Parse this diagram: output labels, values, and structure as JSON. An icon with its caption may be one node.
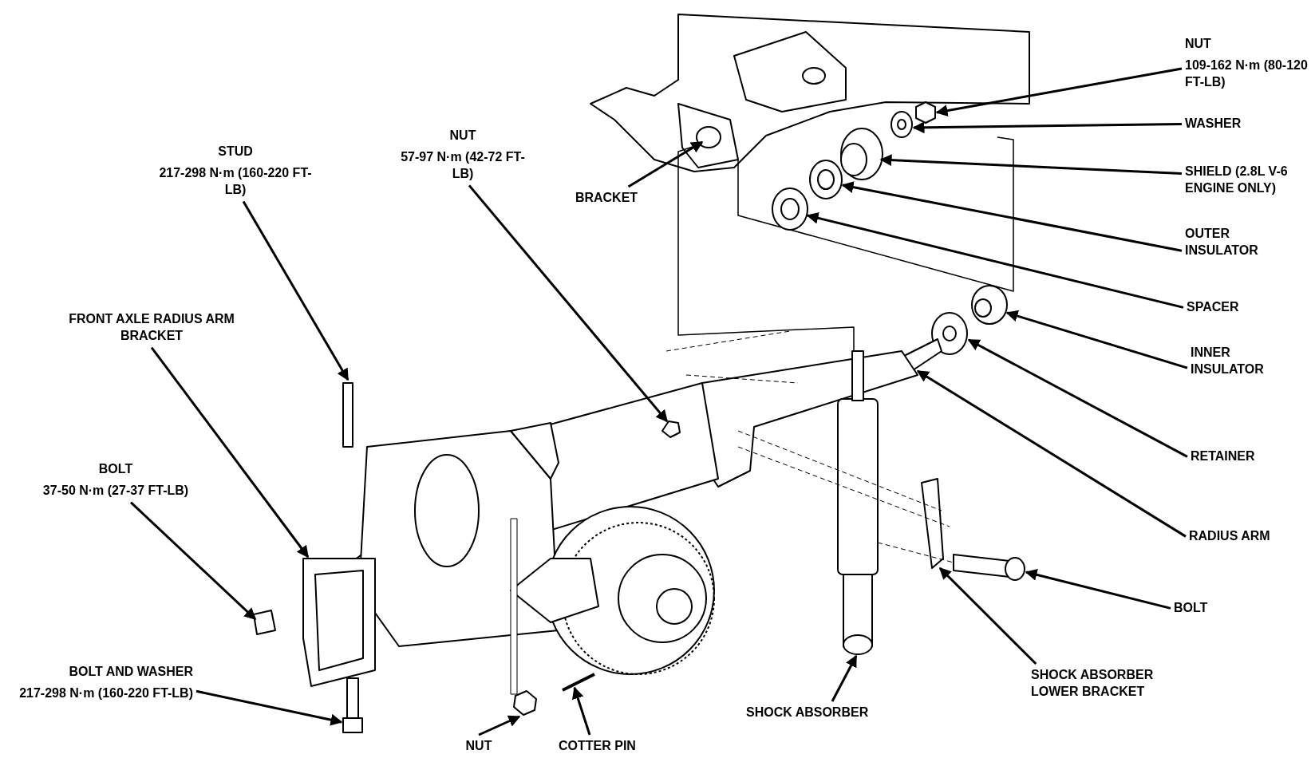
{
  "diagram": {
    "nodes": [
      {
        "text": [
          "NUT",
          "109-162 N·m (80-120 FT-LB)"
        ]
      },
      {
        "text": [
          "WASHER"
        ]
      },
      {
        "text": [
          "NUT",
          "57-97 N·m (42-72 FT-LB)"
        ]
      },
      {
        "text": [
          "STUD",
          "217-298 N·m (160-220 FT-LB)"
        ]
      },
      {
        "text": [
          "SHIELD (2.8L V-6 ENGINE ONLY)"
        ]
      },
      {
        "text": [
          "BRACKET"
        ]
      },
      {
        "text": [
          "OUTER INSULATOR"
        ]
      },
      {
        "text": [
          "SPACER"
        ]
      },
      {
        "text": [
          "FRONT AXLE RADIUS ARM BRACKET"
        ]
      },
      {
        "text": [
          "INNER INSULATOR"
        ]
      },
      {
        "text": [
          "BOLT",
          "37-50 N·m (27-37 FT-LB)"
        ]
      },
      {
        "text": [
          "RETAINER"
        ]
      },
      {
        "text": [
          "RADIUS ARM"
        ]
      },
      {
        "text": [
          "BOLT"
        ]
      },
      {
        "text": [
          "BOLT AND WASHER",
          "217-298 N·m (160-220 FT-LB)"
        ]
      },
      {
        "text": [
          "SHOCK ABSORBER LOWER BRACKET"
        ]
      },
      {
        "text": [
          "SHOCK ABSORBER"
        ]
      },
      {
        "text": [
          "NUT"
        ]
      },
      {
        "text": [
          "COTTER PIN"
        ]
      }
    ],
    "edges": [
      {
        "from": 0,
        "to": null,
        "arrow": "to"
      },
      {
        "from": 1,
        "to": null,
        "arrow": "to"
      },
      {
        "from": 2,
        "to": null,
        "arrow": "to"
      },
      {
        "from": 3,
        "to": null,
        "arrow": "to"
      },
      {
        "from": 4,
        "to": null,
        "arrow": "to"
      },
      {
        "from": 5,
        "to": null,
        "arrow": "to"
      },
      {
        "from": 6,
        "to": null,
        "arrow": "to"
      },
      {
        "from": 7,
        "to": null,
        "arrow": "to"
      },
      {
        "from": 8,
        "to": null,
        "arrow": "to"
      },
      {
        "from": 9,
        "to": null,
        "arrow": "to"
      },
      {
        "from": 10,
        "to": null,
        "arrow": "to"
      },
      {
        "from": 11,
        "to": null,
        "arrow": "to"
      },
      {
        "from": 12,
        "to": null,
        "arrow": "to"
      },
      {
        "from": 13,
        "to": null,
        "arrow": "to"
      },
      {
        "from": 14,
        "to": null,
        "arrow": "to"
      },
      {
        "from": 15,
        "to": null,
        "arrow": "to"
      },
      {
        "from": 16,
        "to": null,
        "arrow": "to"
      },
      {
        "from": 17,
        "to": null,
        "arrow": "to"
      },
      {
        "from": 18,
        "to": null,
        "arrow": "to"
      }
    ]
  }
}
